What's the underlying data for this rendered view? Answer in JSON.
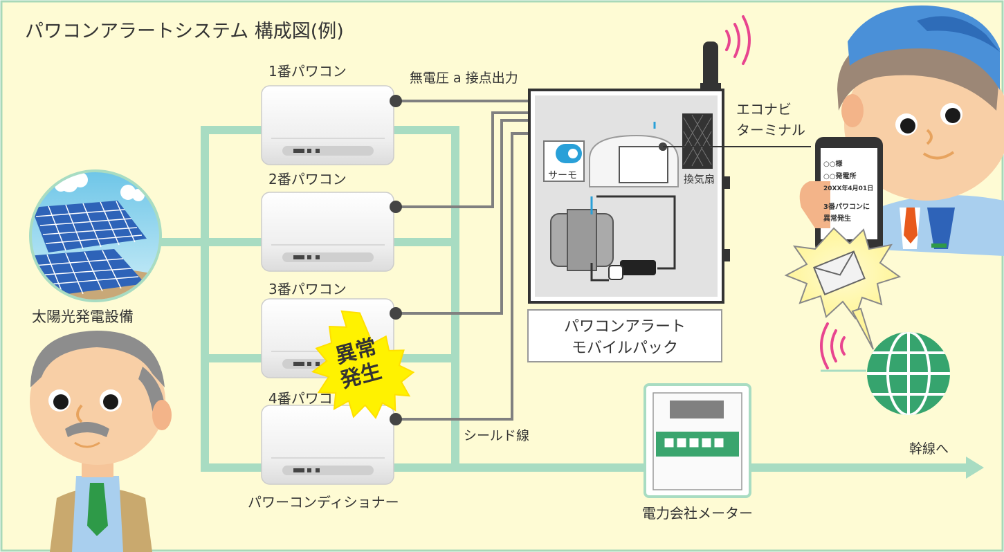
{
  "title": "パワコンアラートシステム 構成図(例)",
  "solar": {
    "label": "太陽光発電設備"
  },
  "inverters": [
    {
      "label": "1番パワコン"
    },
    {
      "label": "2番パワコン"
    },
    {
      "label": "3番パワコン"
    },
    {
      "label": "4番パワコン"
    }
  ],
  "inverter_group_label": "パワーコンディショナー",
  "contact_output_label": "無電圧 a 接点出力",
  "alarm_burst": {
    "line1": "異常",
    "line2": "発生"
  },
  "shield_wire_label": "シールド線",
  "mobile_pack": {
    "thermo_label": "サーモ",
    "fan_label": "換気扇",
    "caption_line1": "パワコンアラート",
    "caption_line2": "モバイルパック"
  },
  "terminal": {
    "line1": "エコナビ",
    "line2": "ターミナル"
  },
  "phone": {
    "lines": [
      "○○様",
      "○○発電所",
      "20XX年4月01日",
      "3番パワコンに",
      "異常発生"
    ]
  },
  "meter": {
    "label": "電力会社メーター"
  },
  "trunk_label": "幹線へ",
  "colors": {
    "background": "#fefbd4",
    "border": "#a8d8b8",
    "power_line": "#a8dcc2",
    "signal_wire": "#808080",
    "alert_red": "#e60012",
    "burst_yellow": "#fff200"
  }
}
